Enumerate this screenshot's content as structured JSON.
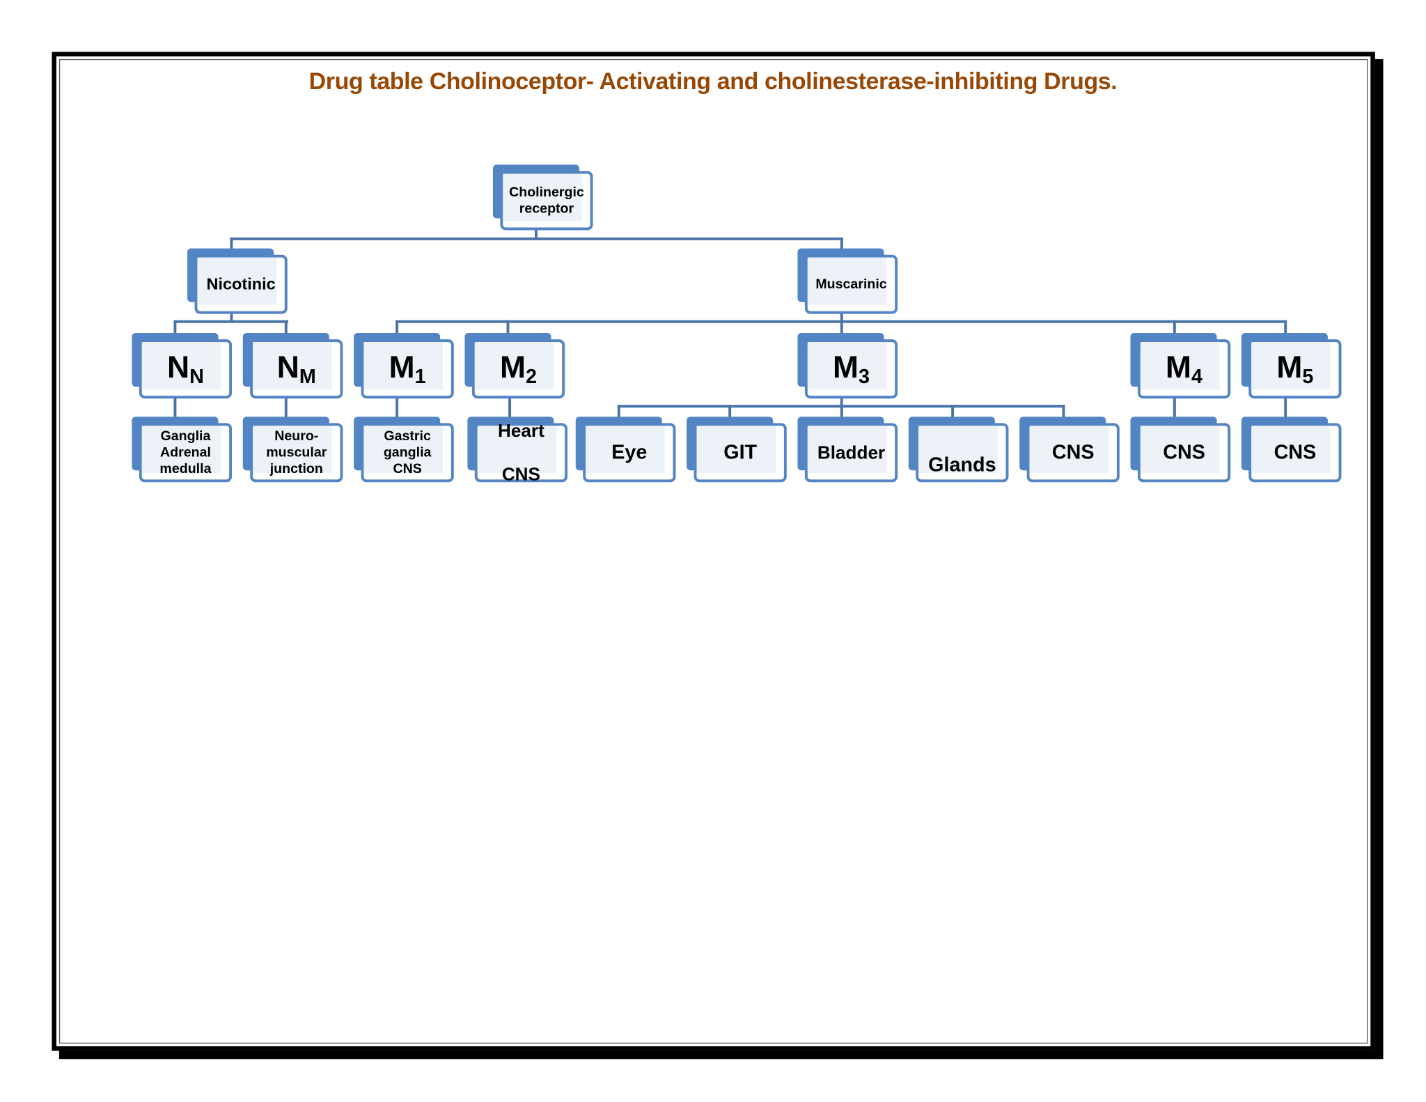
{
  "title": "Drug table Cholinoceptor- Activating and cholinesterase-inhibiting Drugs.",
  "colors": {
    "title": "#984806",
    "node_border": "#5385c4",
    "node_fill": "#edf1f8",
    "connector": "#4a73a8"
  },
  "nodes": [
    {
      "id": "cholinergic-receptor",
      "label": "Cholinergic\nreceptor",
      "size": 15
    },
    {
      "id": "nicotinic",
      "label": "Nicotinic",
      "size": 18
    },
    {
      "id": "muscarinic",
      "label": "Muscarinic",
      "size": 15
    },
    {
      "id": "nn",
      "label": "N",
      "sub": "N"
    },
    {
      "id": "nm",
      "label": "N",
      "sub": "M"
    },
    {
      "id": "m1",
      "label": "M",
      "sub": "1"
    },
    {
      "id": "m2",
      "label": "M",
      "sub": "2"
    },
    {
      "id": "m3",
      "label": "M",
      "sub": "3"
    },
    {
      "id": "m4",
      "label": "M",
      "sub": "4"
    },
    {
      "id": "m5",
      "label": "M",
      "sub": "5"
    },
    {
      "id": "nn-site",
      "label": "Ganglia\nAdrenal\nmedulla",
      "size": 15
    },
    {
      "id": "nm-site",
      "label": "Neuro-\nmuscular\njunction",
      "size": 15
    },
    {
      "id": "m1-site",
      "label": "Gastric\nganglia\nCNS",
      "size": 15
    },
    {
      "id": "m2-site",
      "label": "Heart\n\nCNS",
      "size": 20
    },
    {
      "id": "m3-eye",
      "label": "Eye",
      "size": 22
    },
    {
      "id": "m3-git",
      "label": "GIT",
      "size": 22
    },
    {
      "id": "m3-bladder",
      "label": "Bladder",
      "size": 20
    },
    {
      "id": "m3-glands",
      "label": "Glands",
      "size": 22
    },
    {
      "id": "m3-cns",
      "label": "CNS",
      "size": 22
    },
    {
      "id": "m4-cns",
      "label": "CNS",
      "size": 22
    },
    {
      "id": "m5-cns",
      "label": "CNS",
      "size": 22
    }
  ]
}
